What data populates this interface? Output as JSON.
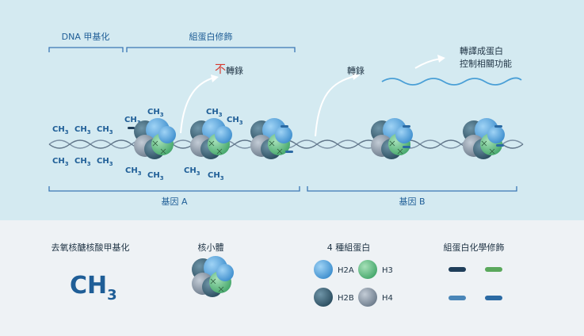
{
  "top": {
    "dna_methylation": "DNA 甲基化",
    "histone_modification": "組蛋白修飾",
    "not_prefix": "不",
    "not_suffix": "轉錄",
    "transcription": "轉錄",
    "translate_line1": "轉譯成蛋白",
    "translate_line2": "控制相關功能",
    "gene_a": "基因 A",
    "gene_b": "基因 B",
    "ch3": "CH",
    "ch3_sub": "3"
  },
  "legend": {
    "methylation_title": "去氧核醣核酸甲基化",
    "methylation_symbol": "CH",
    "methylation_sub": "3",
    "nucleosome_title": "核小體",
    "histones_title": "4 種組蛋白",
    "histones": [
      {
        "label": "H2A",
        "color": "#5aa7dd"
      },
      {
        "label": "H3",
        "color": "#6cc28b"
      },
      {
        "label": "H2B",
        "color": "#3b6478"
      },
      {
        "label": "H4",
        "color": "#8d9bab"
      }
    ],
    "modification_title": "組蛋白化學修飾",
    "modification_colors": [
      "#1f3e5a",
      "#5aa85c",
      "#4a86b8",
      "#2b6aa3"
    ]
  },
  "colors": {
    "top_bg": "#d4eaf1",
    "bottom_bg": "#eef2f5",
    "bracket": "#3a77b5",
    "text_blue": "#1f5e97",
    "red": "#d63a2f"
  }
}
